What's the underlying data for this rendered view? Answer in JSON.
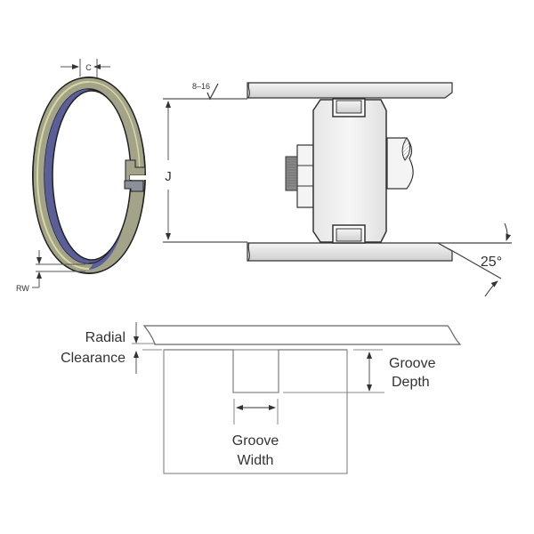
{
  "diagram": {
    "type": "engineering-drawing",
    "subject": "Piston ring / wear ring installation dimensions",
    "colors": {
      "ring_face": "#a3a38a",
      "ring_edge": "#d8d9a0",
      "ring_inner": "#5a5f9a",
      "metal_light": "#f0f0f0",
      "metal_mid": "#d4d4d4",
      "line": "#333333",
      "dim_line": "#555555"
    },
    "ring_view": {
      "labels": {
        "width": "C",
        "radial_wall": "RW"
      }
    },
    "assembly_view": {
      "labels": {
        "surface_finish": "8–16",
        "bore_diameter": "J",
        "chamfer_angle": "25°"
      }
    },
    "groove_view": {
      "labels": {
        "radial_clearance_line1": "Radial",
        "radial_clearance_line2": "Clearance",
        "groove_depth_line1": "Groove",
        "groove_depth_line2": "Depth",
        "groove_width_line1": "Groove",
        "groove_width_line2": "Width"
      }
    }
  }
}
